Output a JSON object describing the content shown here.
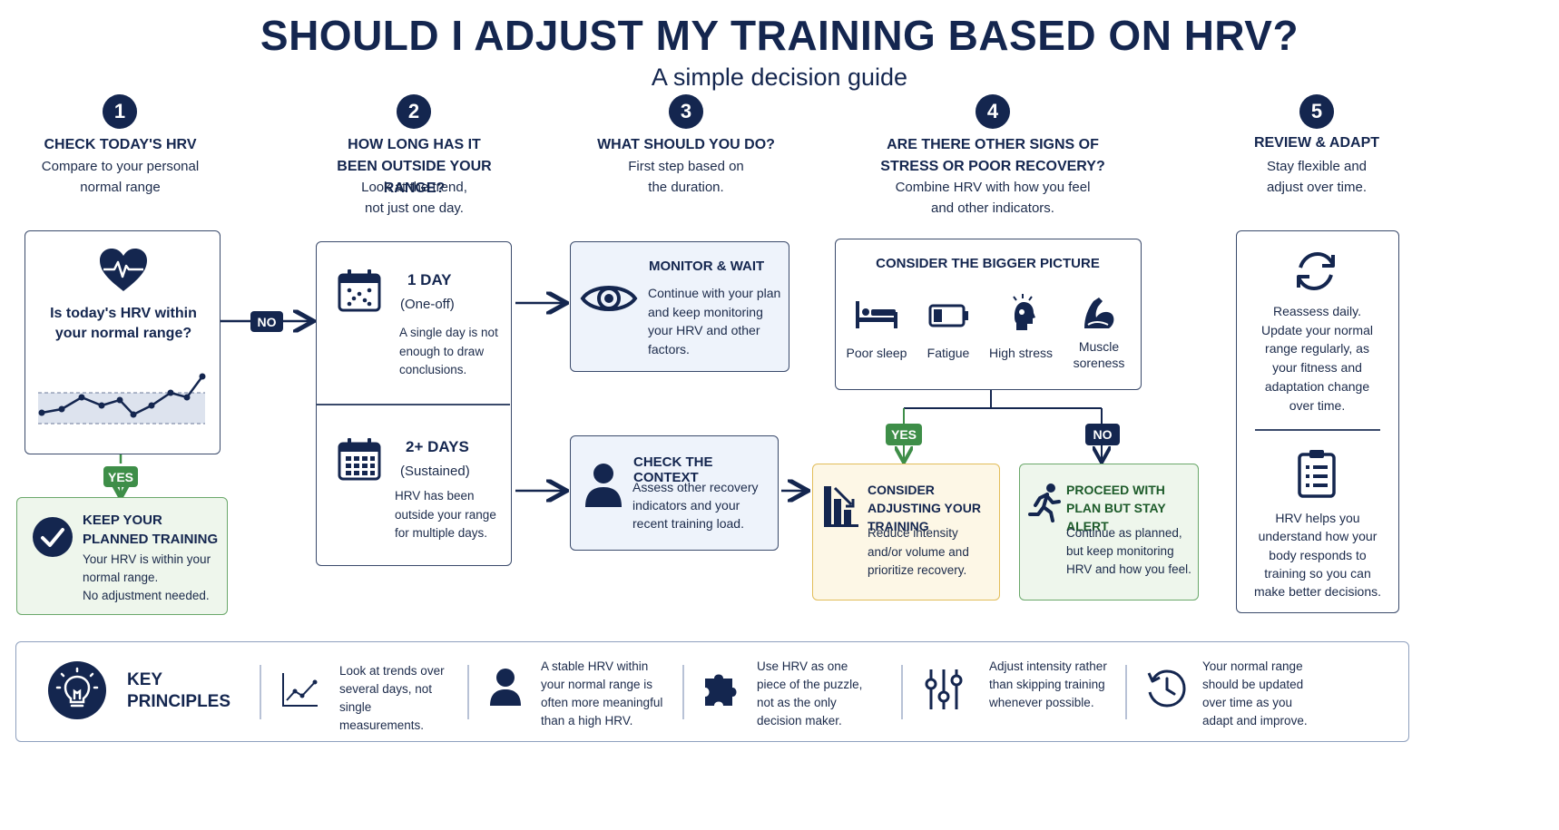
{
  "title": "SHOULD I ADJUST MY TRAINING BASED ON HRV?",
  "subtitle": "A simple decision guide",
  "steps": [
    {
      "num": "1",
      "heading": "CHECK TODAY'S HRV",
      "sub": "Compare to your personal normal range"
    },
    {
      "num": "2",
      "heading": "HOW LONG HAS IT BEEN OUTSIDE YOUR RANGE?",
      "sub": "Look at the trend, not just one day."
    },
    {
      "num": "3",
      "heading": "WHAT SHOULD YOU DO?",
      "sub": "First step based on the duration."
    },
    {
      "num": "4",
      "heading": "ARE THERE OTHER SIGNS OF STRESS OR POOR RECOVERY?",
      "sub": "Combine HRV with how you feel and other indicators."
    },
    {
      "num": "5",
      "heading": "REVIEW & ADAPT",
      "sub": "Stay flexible and adjust over time."
    }
  ],
  "check_card": {
    "question": "Is today's HRV within your normal range?",
    "no_label": "NO",
    "yes_label": "YES"
  },
  "keep_card": {
    "title": "KEEP YOUR PLANNED TRAINING",
    "text_1": "Your HRV is within your normal range.",
    "text_2": "No adjustment needed."
  },
  "duration": {
    "one": {
      "title": "1 DAY",
      "sub": "(One-off)",
      "text": "A single day is not enough to draw conclusions."
    },
    "two": {
      "title": "2+ DAYS",
      "sub": "(Sustained)",
      "text": "HRV has been outside your range for multiple days."
    }
  },
  "monitor": {
    "title": "MONITOR & WAIT",
    "text": "Continue with your plan and keep monitoring your HRV and other factors."
  },
  "context": {
    "title": "CHECK THE CONTEXT",
    "text": "Assess other recovery indicators and your recent training load."
  },
  "bigger": {
    "title": "CONSIDER THE BIGGER PICTURE",
    "items": [
      "Poor sleep",
      "Fatigue",
      "High stress",
      "Muscle soreness"
    ],
    "yes_label": "YES",
    "no_label": "NO"
  },
  "adjust": {
    "title": "CONSIDER ADJUSTING YOUR TRAINING",
    "text": "Reduce intensity and/or volume and prioritize recovery."
  },
  "proceed": {
    "title": "PROCEED WITH PLAN BUT STAY ALERT",
    "text": "Continue as planned, but keep monitoring HRV and how you feel."
  },
  "review": {
    "text_1": "Reassess daily. Update your normal range regularly, as your fitness and adaptation change over time.",
    "text_2": "HRV helps you understand how your body responds to training so you can make better decisions."
  },
  "principles": {
    "title": "KEY PRINCIPLES",
    "items": [
      {
        "icon": "trend-line-icon",
        "text": "Look at trends over several days, not single measurements."
      },
      {
        "icon": "person-icon",
        "text": "A stable HRV within your normal range is often more meaningful than a high HRV."
      },
      {
        "icon": "puzzle-icon",
        "text": "Use HRV as one piece of the puzzle, not as the only decision maker."
      },
      {
        "icon": "sliders-icon",
        "text": "Adjust intensity rather than skipping training whenever possible."
      },
      {
        "icon": "clock-history-icon",
        "text": "Your normal range should be updated over time as you adapt and improve."
      }
    ]
  },
  "colors": {
    "navy": "#14264f",
    "green": "#3e8e48",
    "yellow": "#e2bd5a",
    "blue_bg": "#eef3fb"
  }
}
